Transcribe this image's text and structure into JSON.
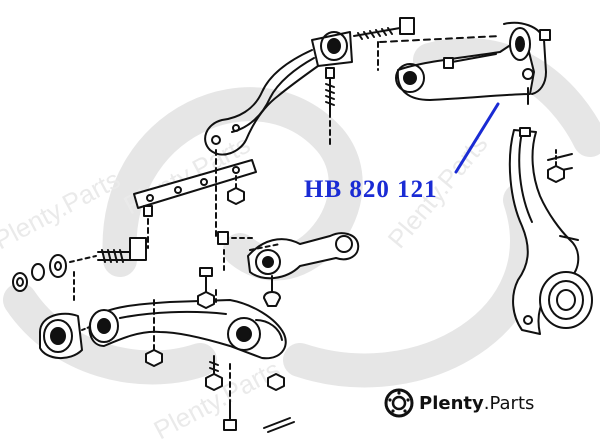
{
  "part_number": "HB 820 121",
  "brand": {
    "name": "Plenty",
    "dot": ".",
    "tld": "Parts"
  },
  "watermark_text": "Plenty.Parts",
  "colors": {
    "label_blue": "#1a2bd4",
    "line": "#111111",
    "watermark": "#e4e4e4"
  }
}
